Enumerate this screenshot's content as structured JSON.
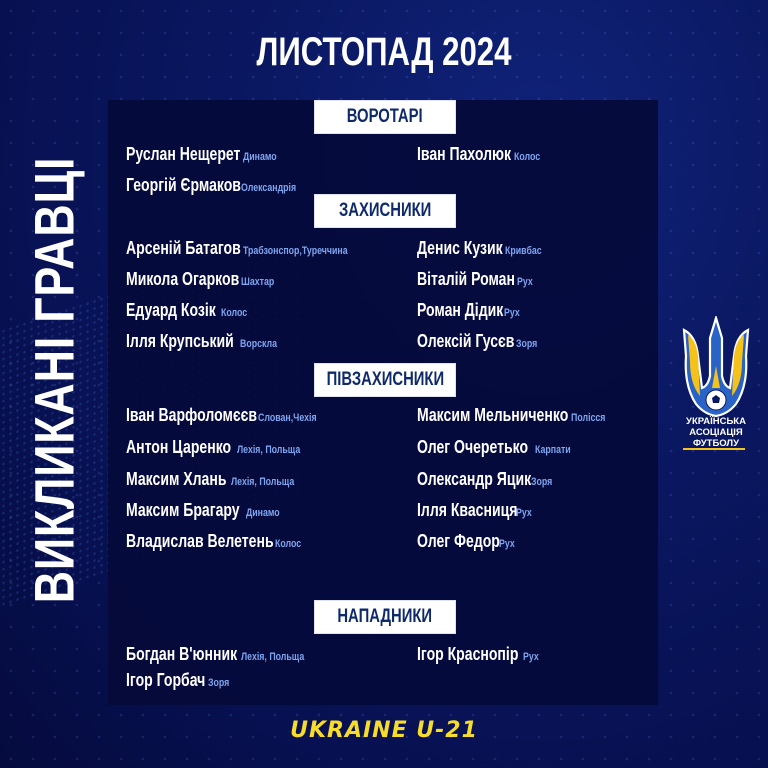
{
  "header": {
    "title": "ЛИСТОПАД 2024",
    "side_title": "ВИКЛИКАНІ ГРАВЦІ"
  },
  "sections": {
    "goalkeepers": {
      "title": "ВОРОТАРІ",
      "players": [
        {
          "name": "Руслан Нещерет",
          "club": "Динамо"
        },
        {
          "name": "Іван Пахолюк",
          "club": "Колос"
        },
        {
          "name": "Георгій Єрмаков",
          "club": "Олександрія"
        }
      ]
    },
    "defenders": {
      "title": "ЗАХИСНИКИ",
      "players": [
        {
          "name": "Арсеній Батагов",
          "club": "Трабзонспор,Туреччина"
        },
        {
          "name": "Денис Кузик",
          "club": "Кривбас"
        },
        {
          "name": "Микола Огарков",
          "club": "Шахтар"
        },
        {
          "name": "Віталій Роман",
          "club": "Рух"
        },
        {
          "name": "Едуард Козік",
          "club": "Колос"
        },
        {
          "name": "Роман Дідик",
          "club": "Рух"
        },
        {
          "name": "Ілля Крупський",
          "club": "Ворскла"
        },
        {
          "name": "Олексій Гусєв",
          "club": "Зоря"
        }
      ]
    },
    "midfielders": {
      "title": "ПІВЗАХИСНИКИ",
      "players": [
        {
          "name": "Іван Варфоломєєв",
          "club": "Слован,Чехія"
        },
        {
          "name": "Максим Мельниченко",
          "club": "Полісся"
        },
        {
          "name": "Антон Царенко",
          "club": "Лехія, Польща"
        },
        {
          "name": "Олег Очеретько",
          "club": "Карпати"
        },
        {
          "name": "Максим Хлань",
          "club": "Лехія, Польща"
        },
        {
          "name": "Олександр Яцик",
          "club": "Зоря"
        },
        {
          "name": "Максим Брагару",
          "club": "Динамо"
        },
        {
          "name": "Ілля Квасниця",
          "club": "Рух"
        },
        {
          "name": "Владислав Велетень",
          "club": "Колос"
        },
        {
          "name": "Олег Федор",
          "club": "Рух"
        }
      ]
    },
    "forwards": {
      "title": "НАПАДНИКИ",
      "players": [
        {
          "name": "Богдан В'юнник",
          "club": "Лехія, Польща"
        },
        {
          "name": "Ігор Краснопір",
          "club": "Рух"
        },
        {
          "name": "Ігор Горбач",
          "club": "Зоря"
        }
      ]
    }
  },
  "logo": {
    "icon": "uaf-trident-icon",
    "line1": "УКРАЇНСЬКА",
    "line2": "АСОЦІАЦІЯ",
    "line3": "ФУТБОЛУ"
  },
  "footer": {
    "text": "UKRAINE U-21"
  },
  "colors": {
    "background": "#0a1760",
    "panel": "#050a3a",
    "header_box": "#ffffff",
    "header_text": "#0f2a6b",
    "club_text": "#7fa5f0",
    "footer_text": "#f7dd2a",
    "accent_yellow": "#f4c21a"
  }
}
